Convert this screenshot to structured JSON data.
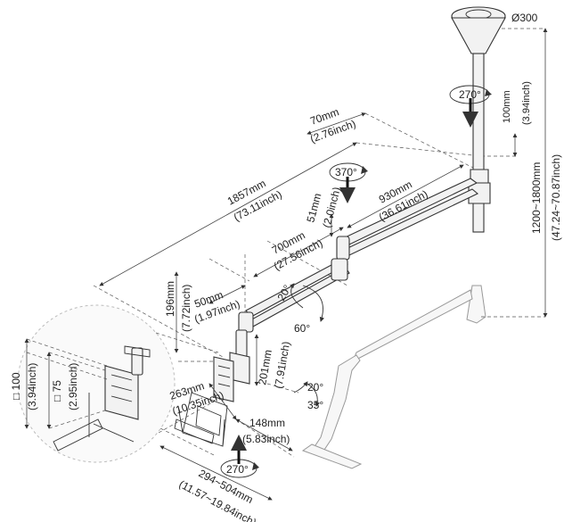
{
  "dimensions": {
    "base_diameter": "Ø300",
    "height_range_mm": "1200~1800mm",
    "height_range_inch": "(47.24~70.87inch)",
    "top_adjust_mm": "100mm",
    "top_adjust_inch": "(3.94inch)",
    "offset_70_mm": "70mm",
    "offset_70_inch": "(2.76inch)",
    "total_reach_mm": "1857mm",
    "total_reach_inch": "(73.11inch)",
    "arm_930_mm": "930mm",
    "arm_930_inch": "(36.61inch)",
    "arm_700_mm": "700mm",
    "arm_700_inch": "(27.56inch)",
    "joint_51_mm": "51mm",
    "joint_51_inch": "(2.0inch)",
    "drop_196_mm": "196mm",
    "drop_196_inch": "(7.72inch)",
    "link_50_mm": "50mm",
    "link_50_inch": "(1.97inch)",
    "head_201_mm": "201mm",
    "head_201_inch": "(7.91inch)",
    "holder_263_mm": "263mm",
    "holder_263_inch": "(10.35inch)",
    "holder_148_mm": "148mm",
    "holder_148_inch": "(5.83inch)",
    "holder_width_mm": "294~504mm",
    "holder_width_inch": "(11.57~19.84inch)",
    "vesa_100": "□ 100",
    "vesa_100_inch": "(3.94inch)",
    "vesa_75": "□ 75",
    "vesa_75_inch": "(2.95inch)"
  },
  "rotations": {
    "top": "270°",
    "middle": "370°",
    "bottom": "270°"
  },
  "angles": {
    "arm_up": "20°",
    "arm_down": "60°",
    "tilt_up": "20°",
    "tilt_down": "35°"
  }
}
